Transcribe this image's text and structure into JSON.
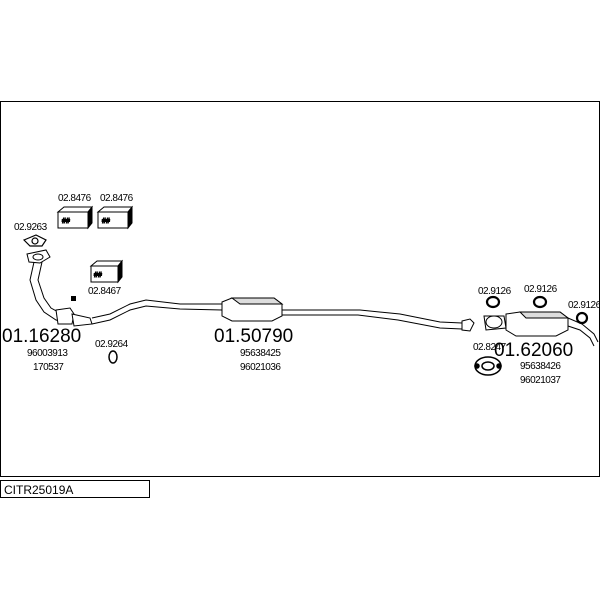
{
  "diagram_code": "CITR25019A",
  "parts": {
    "front_pipe": {
      "number": "01.16280",
      "refs": [
        "96003913",
        "170537"
      ]
    },
    "middle_silencer": {
      "number": "01.50790",
      "refs": [
        "95638425",
        "96021036"
      ]
    },
    "rear_silencer": {
      "number": "01.62060",
      "refs": [
        "95638426",
        "96021037"
      ]
    }
  },
  "accessories": {
    "gasket_front": "02.9263",
    "clamp_kit_1": "02.8476",
    "clamp_kit_2": "02.8476",
    "clamp_kit_3": "02.8467",
    "ring": "02.9264",
    "hanger_1": "02.9126",
    "hanger_2": "02.9126",
    "hanger_3": "02.9126",
    "flange_clamp": "02.8247"
  }
}
